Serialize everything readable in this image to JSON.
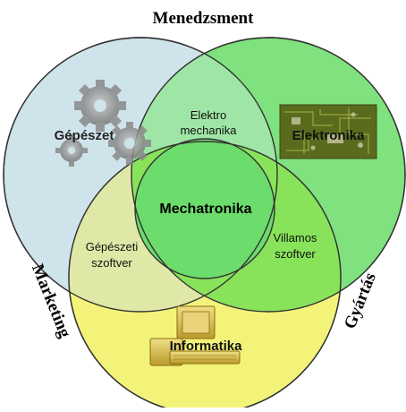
{
  "diagram": {
    "outer_labels": {
      "top": "Menedzsment",
      "left": "Marketing",
      "right": "Gyártás"
    },
    "sets": [
      {
        "id": "mechanical",
        "label": "Gépészet",
        "color": "#cfe3ea",
        "icon": "gears-icon"
      },
      {
        "id": "electronics",
        "label": "Elektronika",
        "color": "#7fe27f",
        "icon": "circuit-board-icon"
      },
      {
        "id": "informatics",
        "label": "Informatika",
        "color": "#f3f37a",
        "icon": "computer-icon"
      }
    ],
    "intersections": {
      "mech_elec": [
        "Elektro",
        "mechanika"
      ],
      "mech_info": [
        "Gépészeti",
        "szoftver"
      ],
      "elec_info": [
        "Villamos",
        "szoftver"
      ],
      "center": "Mechatronika"
    }
  }
}
